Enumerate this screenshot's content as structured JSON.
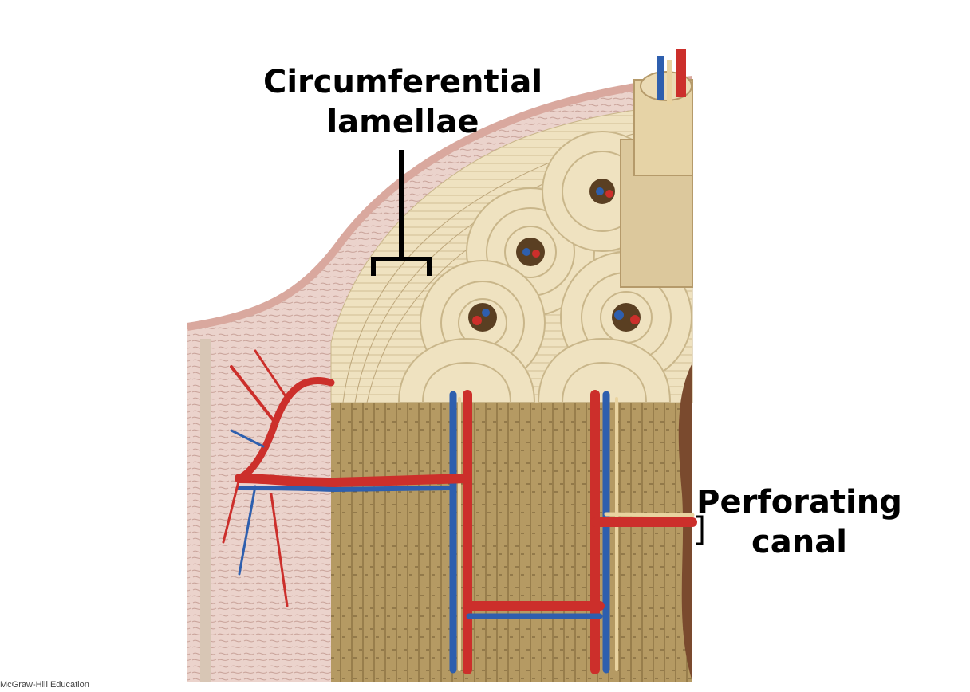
{
  "labels": {
    "circumferential_lamellae": [
      "Circumferential",
      "lamellae"
    ],
    "perforating_canal": [
      "Perforating",
      "canal"
    ]
  },
  "credit": "McGraw-Hill Education",
  "colors": {
    "periosteum": "#e6bdb4",
    "lamellae": "#efe2c0",
    "cut_bone": "#b59a63",
    "artery": "#cc2f2b",
    "vein": "#2e5fae",
    "nerve": "#e9d3a0",
    "marrow": "#7a4a2e",
    "leader": "#000000"
  }
}
